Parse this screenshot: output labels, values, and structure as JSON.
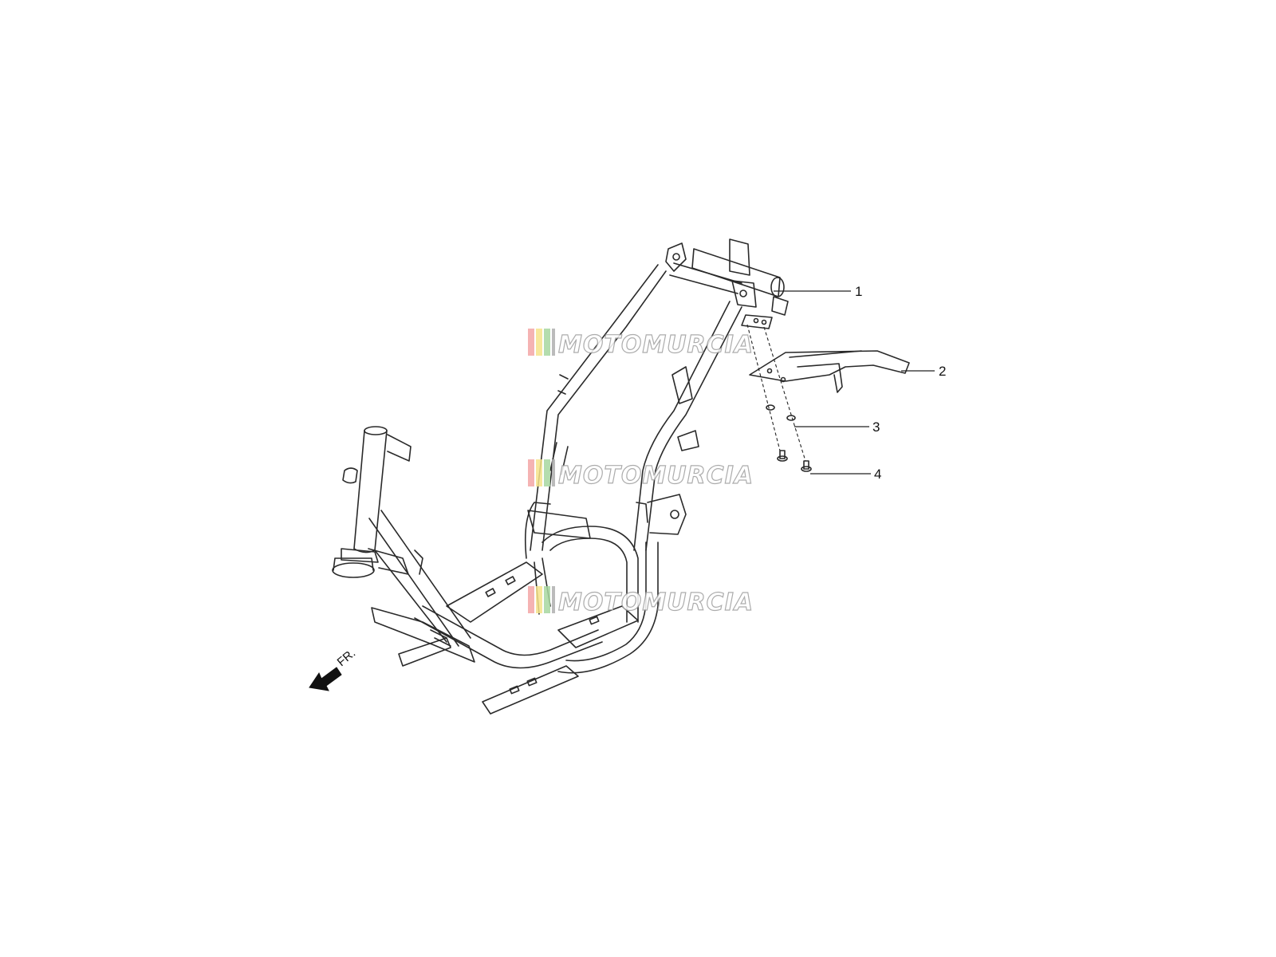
{
  "diagram": {
    "callouts": [
      {
        "id": "1",
        "label": "1"
      },
      {
        "id": "2",
        "label": "2"
      },
      {
        "id": "3",
        "label": "3"
      },
      {
        "id": "4",
        "label": "4"
      }
    ],
    "direction": {
      "label": "FR.",
      "icon": "arrow-front-icon"
    },
    "watermark": {
      "text": "MOTOMURCIA",
      "stripe_colors": [
        "#f4a6a6",
        "#f6e38a",
        "#a8d8a0",
        "#b0b0b0"
      ],
      "count": 3
    }
  }
}
